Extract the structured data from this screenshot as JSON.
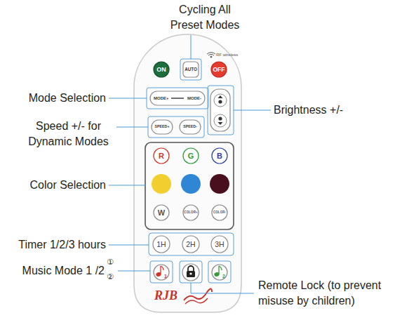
{
  "diagram": {
    "nodes": [
      {
        "text": [
          "RF wireless",
          "RJB"
        ]
      },
      {
        "text": [
          "ON"
        ],
        "in": 0
      },
      {
        "text": [
          "AUTO"
        ],
        "in": 0
      },
      {
        "text": [
          "OFF"
        ],
        "in": 0
      },
      {
        "text": [
          "MODE+",
          "MODE-"
        ],
        "in": 0
      },
      {
        "text": [
          "SPEED+"
        ],
        "in": 0
      },
      {
        "text": [
          "SPEED-"
        ],
        "in": 0
      },
      {
        "text": [
          "R"
        ],
        "in": 0
      },
      {
        "text": [
          "G"
        ],
        "in": 0
      },
      {
        "text": [
          "B"
        ],
        "in": 0
      },
      {
        "text": [
          "W"
        ],
        "in": 0
      },
      {
        "text": [
          "COLOR+"
        ],
        "in": 0
      },
      {
        "text": [
          "COLOR-"
        ],
        "in": 0
      },
      {
        "text": [
          "1H"
        ],
        "in": 0
      },
      {
        "text": [
          "2H"
        ],
        "in": 0
      },
      {
        "text": [
          "3H"
        ],
        "in": 0
      },
      {
        "text": [
          "1"
        ],
        "in": 0
      },
      {
        "text": [
          "2"
        ],
        "in": 0
      }
    ],
    "labels": [
      "Cycling All Preset Modes",
      "Mode Selection",
      "Speed +/- for Dynamic Modes",
      "Color Selection",
      "Timer 1/2/3 hours",
      "Music Mode 1 /2",
      "①",
      "②",
      "Brightness +/-",
      "Remote Lock (to prevent misuse by children)"
    ]
  }
}
